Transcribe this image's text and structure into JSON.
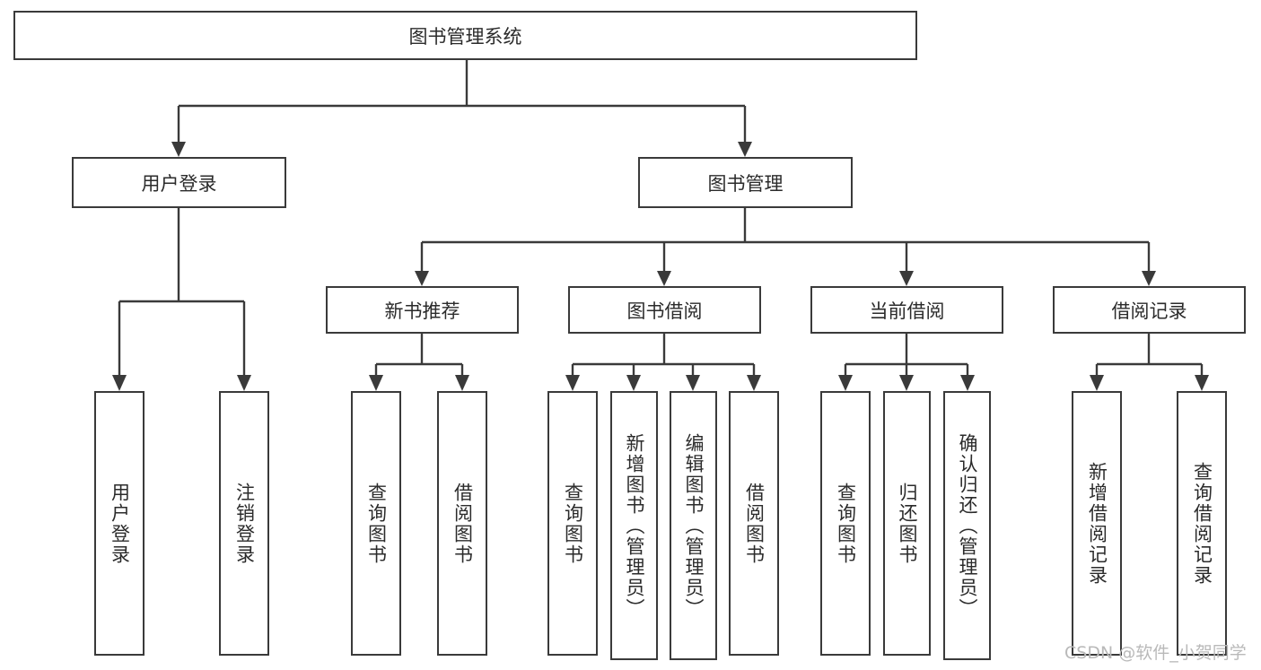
{
  "diagram": {
    "title": "图书管理系统",
    "type": "tree",
    "root": {
      "id": "root",
      "label": "图书管理系统",
      "orientation": "horizontal"
    },
    "level2": [
      {
        "id": "user-login",
        "label": "用户登录",
        "orientation": "horizontal"
      },
      {
        "id": "book-manage",
        "label": "图书管理",
        "orientation": "horizontal"
      }
    ],
    "level3": [
      {
        "id": "new-book-recommend",
        "label": "新书推荐",
        "orientation": "horizontal",
        "parent": "book-manage"
      },
      {
        "id": "book-borrow",
        "label": "图书借阅",
        "orientation": "horizontal",
        "parent": "book-manage"
      },
      {
        "id": "current-borrow",
        "label": "当前借阅",
        "orientation": "horizontal",
        "parent": "book-manage"
      },
      {
        "id": "borrow-record",
        "label": "借阅记录",
        "orientation": "horizontal",
        "parent": "book-manage"
      }
    ],
    "leaves": [
      {
        "id": "leaf-user-login",
        "label": "用户登录",
        "parent": "user-login",
        "orientation": "vertical"
      },
      {
        "id": "leaf-logout-login",
        "label": "注销登录",
        "parent": "user-login",
        "orientation": "vertical"
      },
      {
        "id": "leaf-query-book-1",
        "label": "查询图书",
        "parent": "new-book-recommend",
        "orientation": "vertical"
      },
      {
        "id": "leaf-borrow-book-1",
        "label": "借阅图书",
        "parent": "new-book-recommend",
        "orientation": "vertical"
      },
      {
        "id": "leaf-query-book-2",
        "label": "查询图书",
        "parent": "book-borrow",
        "orientation": "vertical"
      },
      {
        "id": "leaf-add-book",
        "label": "新增图书（管理员）",
        "parent": "book-borrow",
        "orientation": "vertical"
      },
      {
        "id": "leaf-edit-book",
        "label": "编辑图书（管理员）",
        "parent": "book-borrow",
        "orientation": "vertical"
      },
      {
        "id": "leaf-borrow-book-2",
        "label": "借阅图书",
        "parent": "book-borrow",
        "orientation": "vertical"
      },
      {
        "id": "leaf-query-book-3",
        "label": "查询图书",
        "parent": "current-borrow",
        "orientation": "vertical"
      },
      {
        "id": "leaf-return-book",
        "label": "归还图书",
        "parent": "current-borrow",
        "orientation": "vertical"
      },
      {
        "id": "leaf-confirm-return",
        "label": "确认归还（管理员）",
        "parent": "current-borrow",
        "orientation": "vertical"
      },
      {
        "id": "leaf-add-record",
        "label": "新增借阅记录",
        "parent": "borrow-record",
        "orientation": "vertical"
      },
      {
        "id": "leaf-query-record",
        "label": "查询借阅记录",
        "parent": "borrow-record",
        "orientation": "vertical"
      }
    ],
    "colors": {
      "box_border": "#3a3a3a",
      "box_fill": "#ffffff",
      "text": "#2b2b2b",
      "link": "#3a3a3a",
      "watermark": "#b9b9b9",
      "background": "#ffffff"
    }
  },
  "watermark": {
    "text": "CSDN @软件_小贺同学"
  }
}
